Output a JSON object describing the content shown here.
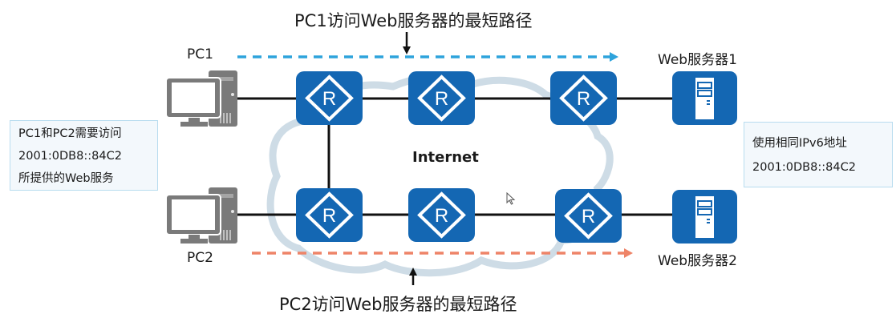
{
  "diagram": {
    "title_top": "PC1访问Web服务器的最短路径",
    "title_bottom": "PC2访问Web服务器的最短路径",
    "cloud_label": "Internet",
    "nodes": {
      "pc1": {
        "label": "PC1",
        "type": "pc-icon"
      },
      "pc2": {
        "label": "PC2",
        "type": "pc-icon"
      },
      "server1": {
        "label": "Web服务器1",
        "type": "server-icon"
      },
      "server2": {
        "label": "Web服务器2",
        "type": "server-icon"
      },
      "routers": [
        {
          "id": "r1",
          "label": "R"
        },
        {
          "id": "r2",
          "label": "R"
        },
        {
          "id": "r3",
          "label": "R"
        },
        {
          "id": "r4",
          "label": "R"
        },
        {
          "id": "r5",
          "label": "R"
        },
        {
          "id": "r6",
          "label": "R"
        }
      ]
    },
    "links": [
      [
        "pc1",
        "r1"
      ],
      [
        "r1",
        "r2"
      ],
      [
        "r2",
        "r3"
      ],
      [
        "r3",
        "server1"
      ],
      [
        "pc2",
        "r4"
      ],
      [
        "r4",
        "r5"
      ],
      [
        "r5",
        "r6"
      ],
      [
        "r6",
        "server2"
      ],
      [
        "r1",
        "r4"
      ]
    ],
    "paths": [
      {
        "name": "pc1-shortest-path",
        "from": "pc1",
        "to": "server1",
        "color": "#2ea3dc"
      },
      {
        "name": "pc2-shortest-path",
        "from": "pc2",
        "to": "server2",
        "color": "#ee8468"
      }
    ],
    "left_note": {
      "lines": [
        "PC1和PC2需要访问",
        "2001:0DB8::84C2",
        "所提供的Web服务"
      ]
    },
    "right_note": {
      "lines": [
        "使用相同IPv6地址",
        "2001:0DB8::84C2"
      ]
    },
    "colors": {
      "device_blue": "#1467b3",
      "pc_gray": "#7a7a7a",
      "link": "#111111",
      "note_border": "#b8dcef",
      "note_bg": "#f3f8fc",
      "cloud": "#c9d8e3"
    }
  }
}
